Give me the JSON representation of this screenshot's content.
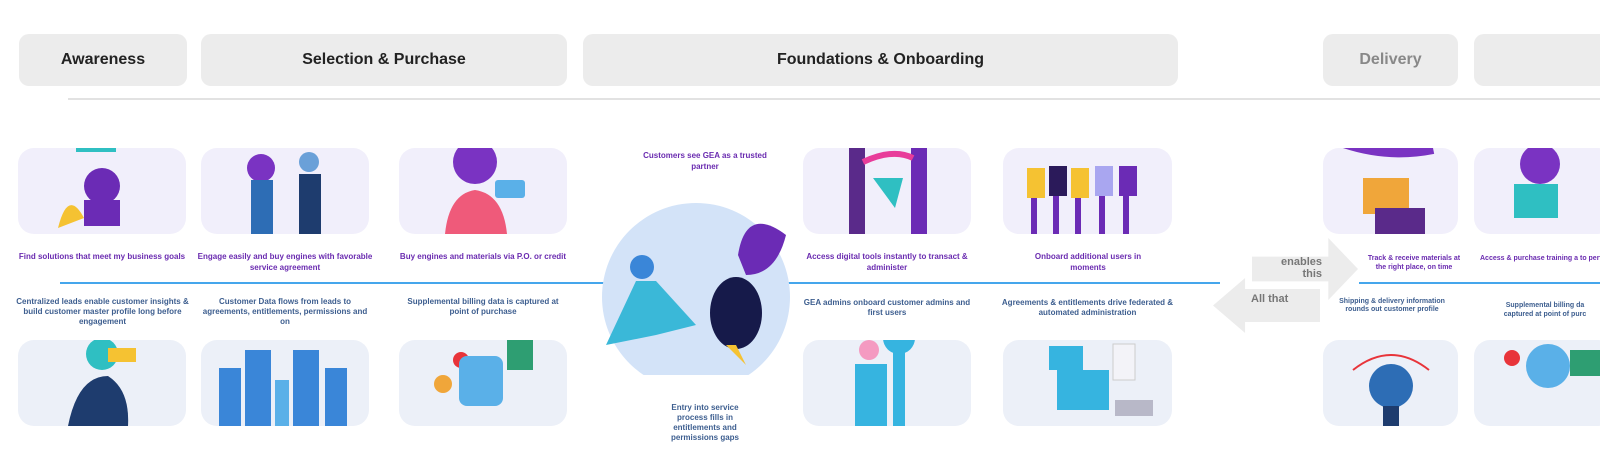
{
  "phases": [
    "Awareness",
    "Selection & Purchase",
    "Foundations & Onboarding",
    "Delivery",
    ""
  ],
  "goals": [
    "Find solutions that meet my business goals",
    "Engage easily and buy engines with favorable service agreement",
    "Buy engines and materials via P.O. or credit",
    "Access digital tools instantly to transact & administer",
    "Onboard additional users in moments",
    "Track & receive materials at the right place, on time",
    "Access & purchase training a to perform on-wing maint"
  ],
  "data_notes": [
    "Centralized leads enable customer insights & build customer master profile long before engagement",
    "Customer Data flows from leads to agreements, entitlements, permissions and on",
    "Supplemental billing data is captured at point of purchase",
    "GEA admins onboard customer admins and first users",
    "Agreements & entitlements drive federated & automated administration",
    "Shipping & delivery information rounds out customer profile",
    "Supplemental billing da captured at point of purc"
  ],
  "center": {
    "top": "Customers see GEA as a trusted partner",
    "bottom": "Entry into service process fills in entitlements and permissions gaps"
  },
  "arrows": {
    "forward": "enables this",
    "back": "All that"
  },
  "colors": {
    "goal_text": "#6a2bb0",
    "note_text": "#3d5e8f",
    "timeline": "#45a6ec"
  }
}
